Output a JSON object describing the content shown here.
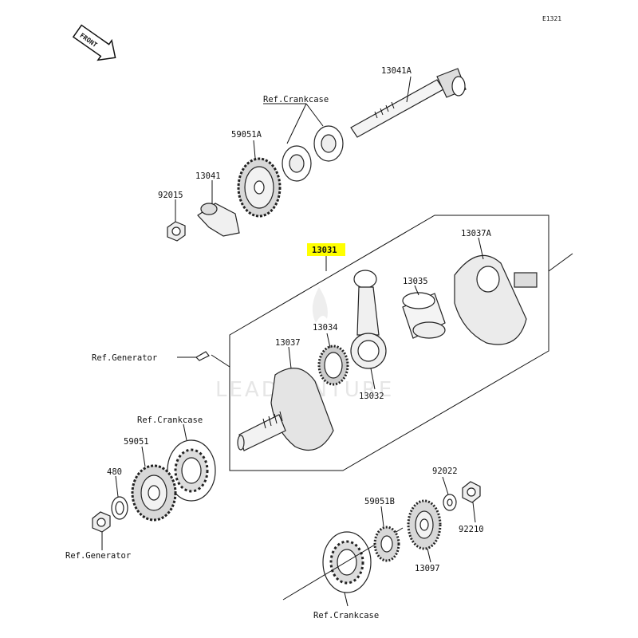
{
  "diagram_id": "E1321",
  "front_label": "FRONT",
  "watermark": "LEADVENTURE",
  "highlight_color": "#ffff00",
  "labels": {
    "p13041A": "13041A",
    "ref_crankcase_top": "Ref.Crankcase",
    "p59051A": "59051A",
    "p13041": "13041",
    "p92015": "92015",
    "p13031": "13031",
    "p13037A": "13037A",
    "p13035": "13035",
    "p13034": "13034",
    "p13037": "13037",
    "ref_generator_mid": "Ref.Generator",
    "p13032": "13032",
    "ref_crankcase_mid": "Ref.Crankcase",
    "p59051": "59051",
    "p480": "480",
    "ref_generator_bottom": "Ref.Generator",
    "p92022": "92022",
    "p59051B": "59051B",
    "p92210": "92210",
    "p13097": "13097",
    "ref_crankcase_bottom": "Ref.Crankcase"
  }
}
